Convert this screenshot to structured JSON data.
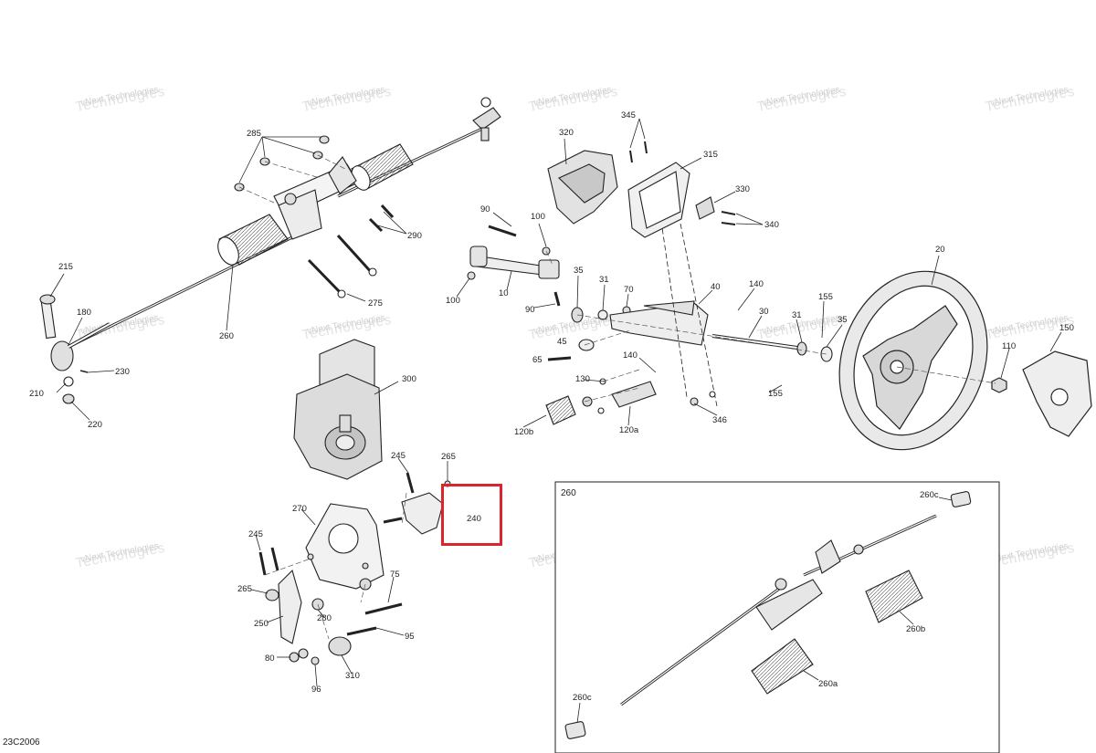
{
  "drawing_code": "23C2006",
  "watermark": {
    "line1": "vNext",
    "line2": "Technologies",
    "small": "vNext Technologies"
  },
  "highlight": {
    "color": "#d9262c",
    "target_part": "240"
  },
  "callouts": {
    "c285": "285",
    "c290": "290",
    "c275": "275",
    "c260": "260",
    "c215": "215",
    "c180": "180",
    "c230": "230",
    "c210": "210",
    "c220": "220",
    "c90a": "90",
    "c100a": "100",
    "c100b": "100",
    "c10": "10",
    "c90b": "90",
    "c35a": "35",
    "c31a": "31",
    "c70": "70",
    "c40": "40",
    "c140a": "140",
    "c30": "30",
    "c31b": "31",
    "c155a": "155",
    "c35b": "35",
    "c45": "45",
    "c65": "65",
    "c140b": "140",
    "c130": "130",
    "c120b": "120b",
    "c120a": "120a",
    "c346": "346",
    "c155b": "155",
    "c110": "110",
    "c20": "20",
    "c150": "150",
    "c345": "345",
    "c320": "320",
    "c315": "315",
    "c330": "330",
    "c340": "340",
    "c300": "300",
    "c245a": "245",
    "c265a": "265",
    "c240": "240",
    "c270": "270",
    "c245b": "245",
    "c265b": "265",
    "c250": "250",
    "c280": "280",
    "c75": "75",
    "c95": "95",
    "c80": "80",
    "c310": "310",
    "c96": "96"
  },
  "inset": {
    "title": "260",
    "c260c_top": "260c",
    "c260b": "260b",
    "c260a": "260a",
    "c260c_bottom": "260c"
  }
}
